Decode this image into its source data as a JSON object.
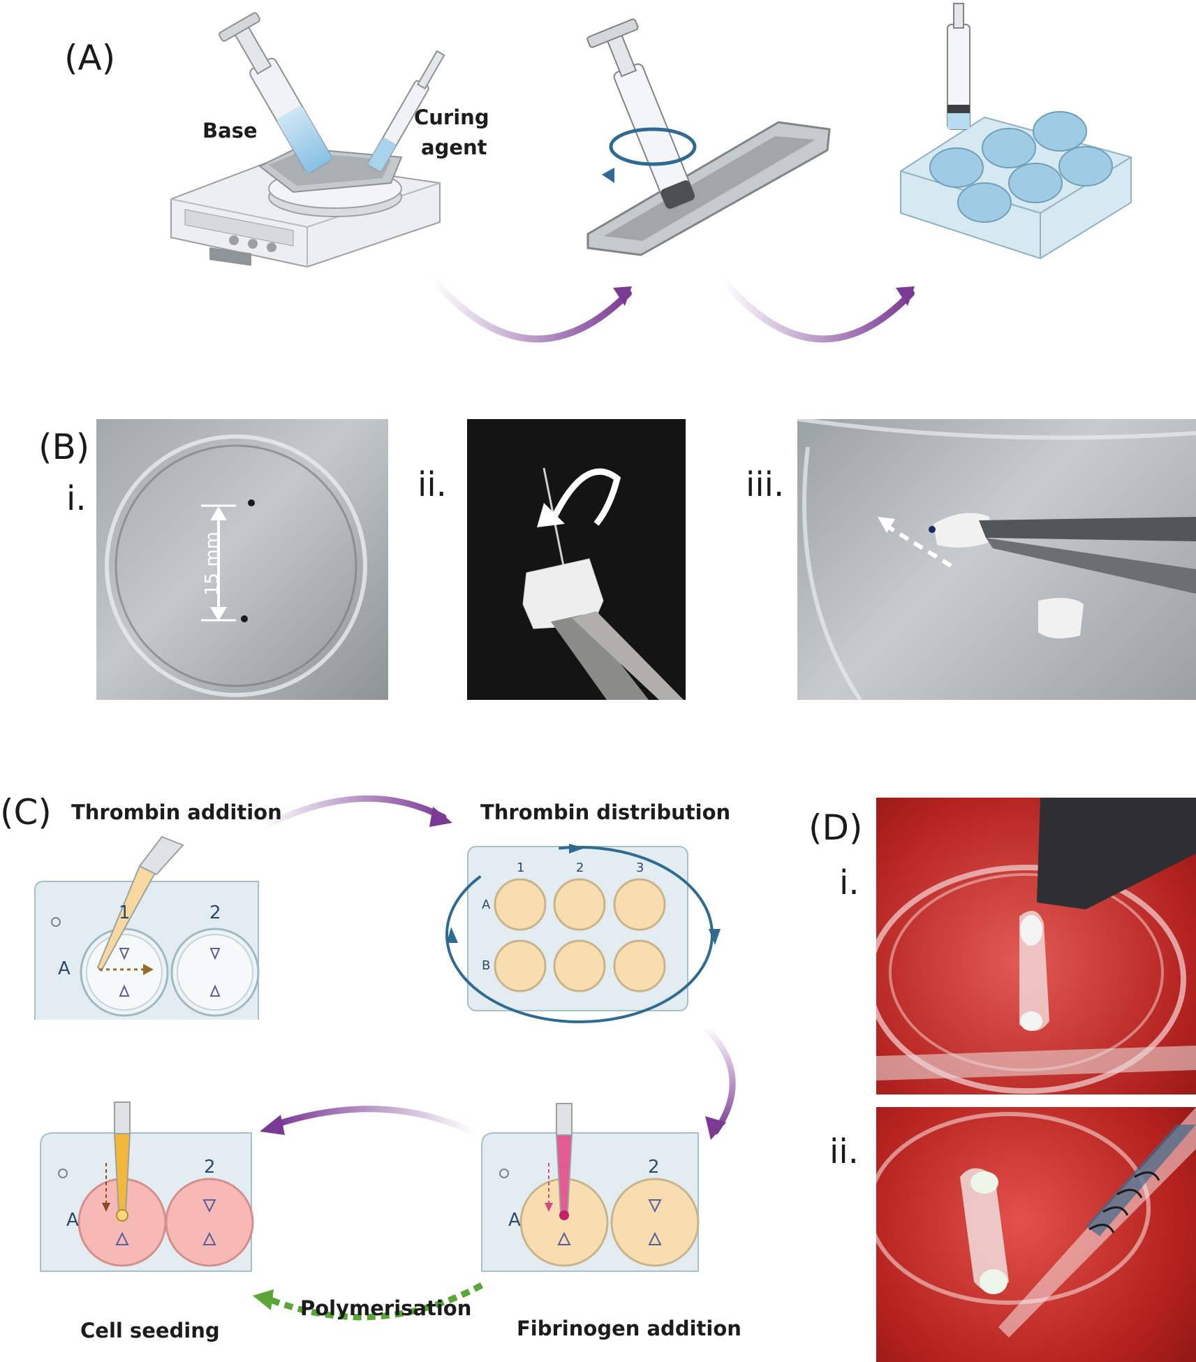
{
  "panels": {
    "A": {
      "label": "(A)",
      "base_label": "Base",
      "curing_label_line1": "Curing",
      "curing_label_line2": "agent"
    },
    "B": {
      "label": "(B)",
      "sub_i": "i.",
      "sub_ii": "ii.",
      "sub_iii": "iii.",
      "measure": "15 mm"
    },
    "C": {
      "label": "(C)",
      "step_thrombin_addition": "Thrombin addition",
      "step_thrombin_distribution": "Thrombin distribution",
      "step_fibrinogen_addition": "Fibrinogen addition",
      "step_polymerisation": "Polymerisation",
      "step_cell_seeding": "Cell seeding",
      "plate_small_col1": "1",
      "plate_small_col2": "2",
      "plate_small_row": "A",
      "plate_big_cols": [
        "1",
        "2",
        "3"
      ],
      "plate_big_rows": [
        "A",
        "B"
      ]
    },
    "D": {
      "label": "(D)",
      "sub_i": "i.",
      "sub_ii": "ii."
    }
  },
  "colors": {
    "arrow_purple": "#7a3a94",
    "arrow_green": "#5aa637",
    "well_yellow": "#f8ddb0",
    "well_pink": "#f6b9b6",
    "plate_blue": "#d7e6ee",
    "media_red": "#c9302c"
  }
}
